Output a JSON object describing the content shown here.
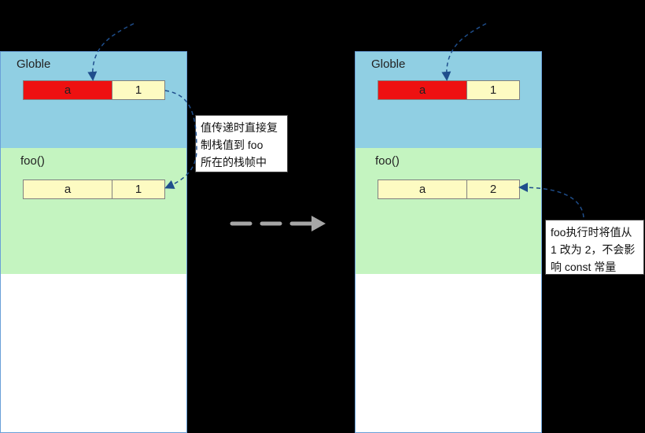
{
  "left_stack": {
    "global_label": "Globle",
    "global_var": {
      "name": "a",
      "value": "1"
    },
    "foo_label": "foo()",
    "foo_var": {
      "name": "a",
      "value": "1"
    }
  },
  "right_stack": {
    "global_label": "Globle",
    "global_var": {
      "name": "a",
      "value": "1"
    },
    "foo_label": "foo()",
    "foo_var": {
      "name": "a",
      "value": "2"
    }
  },
  "callouts": {
    "copy_note": [
      "值传递时直接复",
      "制栈值到 foo",
      "所在的栈帧中"
    ],
    "modify_note": [
      "foo执行时将值从",
      "1 改为 2，不会影",
      "响 const 常量"
    ]
  },
  "colors": {
    "background": "#000000",
    "global_frame": "#90cfe3",
    "foo_frame": "#c4f4c0",
    "const_cell": "#ee1111",
    "value_cell": "#fdfbc2",
    "pointer_arrow": "#1f4e8c",
    "transition_arrow": "#a6a6a6"
  }
}
